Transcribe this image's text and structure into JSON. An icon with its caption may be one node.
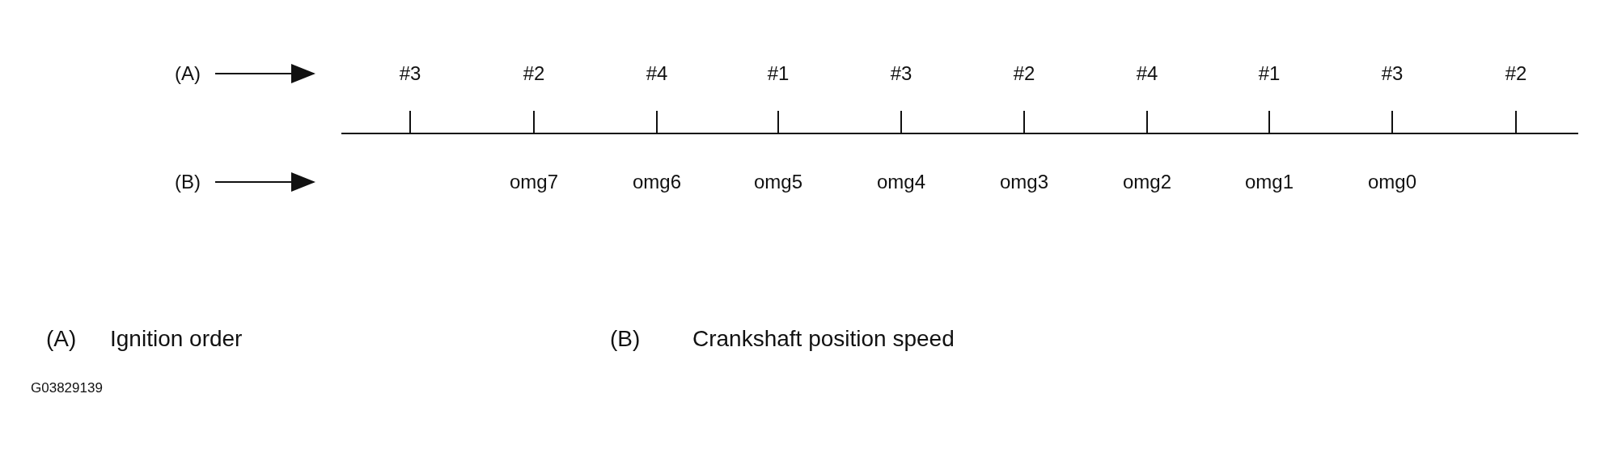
{
  "diagram": {
    "nodes": [
      {
        "text": [
          "(A)"
        ]
      },
      {
        "text": [
          "(B)"
        ]
      }
    ],
    "edges": [
      {
        "from": 0,
        "to": null,
        "arrow": "to"
      },
      {
        "from": 1,
        "to": null,
        "arrow": "to"
      }
    ],
    "labels": [
      "#3",
      "#2",
      "#4",
      "#1",
      "#3",
      "#2",
      "#4",
      "#1",
      "#3",
      "#2",
      "omg7",
      "omg6",
      "omg5",
      "omg4",
      "omg3",
      "omg2",
      "omg1",
      "omg0",
      "(A)",
      "Ignition order",
      "(B)",
      "Crankshaft position speed",
      "G03829139"
    ]
  }
}
